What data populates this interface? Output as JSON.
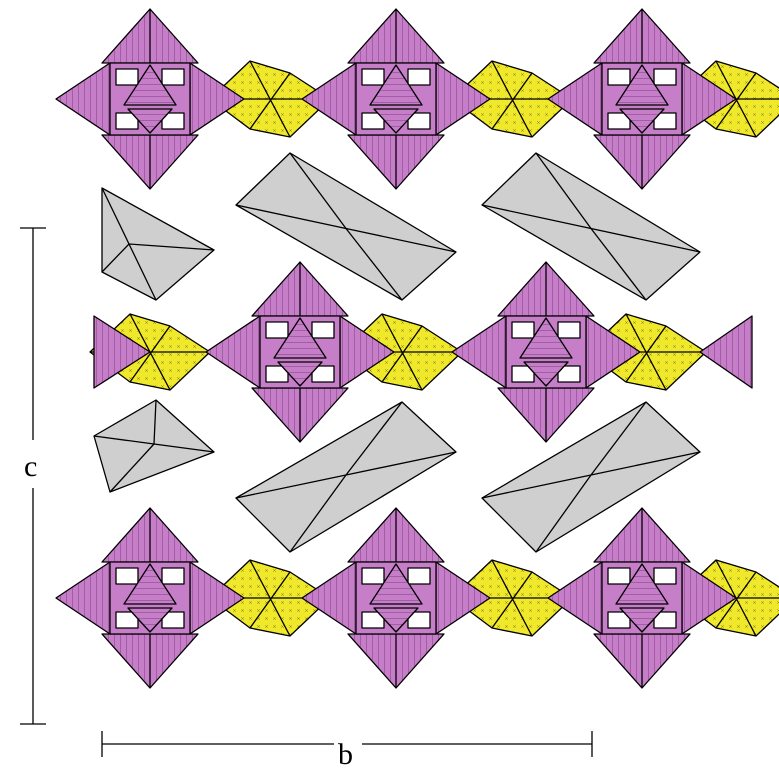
{
  "figure": {
    "axis_labels": {
      "c": "c",
      "b": "b"
    },
    "colors": {
      "octahedron": "#c77ec9",
      "octahedron_dark": "#a45aa7",
      "tetrahedron": "#f0e82a",
      "tetrahedron_dark": "#c9bf1a",
      "grey_polyhedron": "#cfcfcf",
      "window": "#ffffff",
      "outline": "#000000"
    },
    "rows": {
      "mixed_layer_count": 3,
      "grey_layer_count": 2
    }
  }
}
